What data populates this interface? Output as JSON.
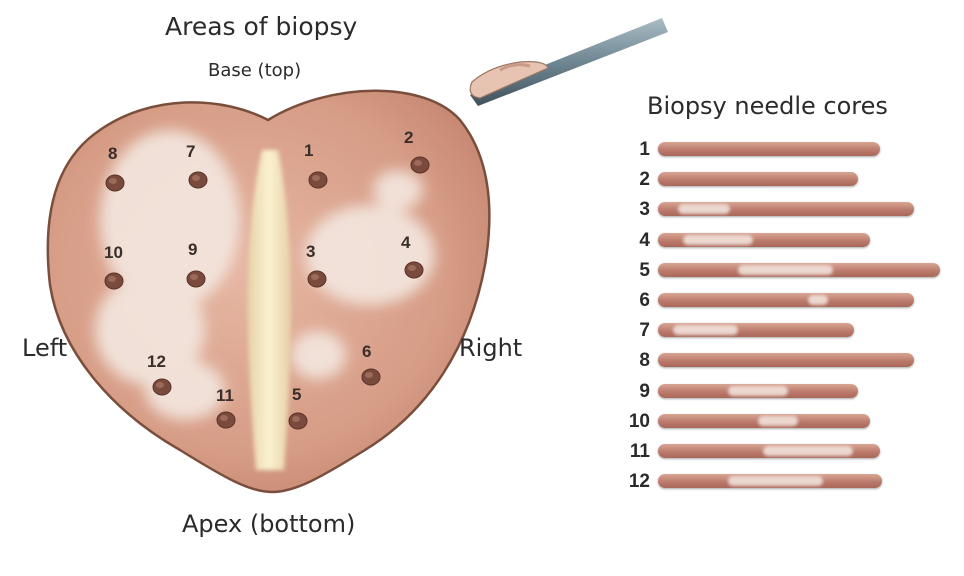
{
  "diagram": {
    "title": "Areas of biopsy",
    "base_label": "Base (top)",
    "apex_label": "Apex (bottom)",
    "left_label": "Left",
    "right_label": "Right",
    "points": [
      {
        "label": "1"
      },
      {
        "label": "2"
      },
      {
        "label": "3"
      },
      {
        "label": "4"
      },
      {
        "label": "5"
      },
      {
        "label": "6"
      },
      {
        "label": "7"
      },
      {
        "label": "8"
      },
      {
        "label": "9"
      },
      {
        "label": "10"
      },
      {
        "label": "11"
      },
      {
        "label": "12"
      }
    ]
  },
  "cores": {
    "title": "Biopsy needle cores",
    "rows": [
      {
        "label": "1"
      },
      {
        "label": "2"
      },
      {
        "label": "3"
      },
      {
        "label": "4"
      },
      {
        "label": "5"
      },
      {
        "label": "6"
      },
      {
        "label": "7"
      },
      {
        "label": "8"
      },
      {
        "label": "9"
      },
      {
        "label": "10"
      },
      {
        "label": "11"
      },
      {
        "label": "12"
      }
    ]
  },
  "colors": {
    "tissue": "#d9a58f",
    "tissue_edge": "#7a4e3d",
    "pale_area": "#f3e6de",
    "core": "#b9786a",
    "needle": "#5d7480"
  }
}
